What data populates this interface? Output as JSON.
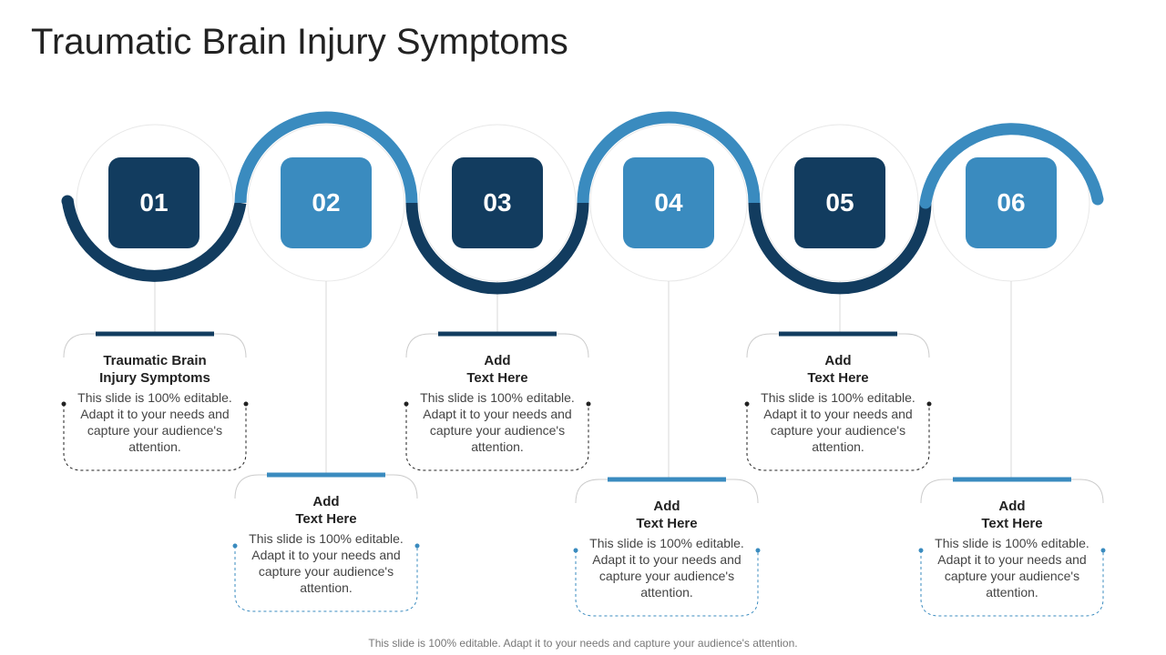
{
  "title": "Traumatic Brain Injury Symptoms",
  "colors": {
    "dark": "#123c5f",
    "light": "#3a8bbf",
    "guide": "#dddddd"
  },
  "steps": [
    {
      "number": "01",
      "heading_line1": "Traumatic Brain",
      "heading_line2": "Injury Symptoms",
      "body": "This slide is 100% editable. Adapt it to your needs and capture your audience's attention."
    },
    {
      "number": "02",
      "heading_line1": "Add",
      "heading_line2": "Text Here",
      "body": "This slide is 100% editable. Adapt it to your needs and capture your audience's attention."
    },
    {
      "number": "03",
      "heading_line1": "Add",
      "heading_line2": "Text Here",
      "body": "This slide is 100% editable. Adapt it to your needs and capture your audience's attention."
    },
    {
      "number": "04",
      "heading_line1": "Add",
      "heading_line2": "Text Here",
      "body": "This slide is 100% editable. Adapt it to your needs and capture your audience's attention."
    },
    {
      "number": "05",
      "heading_line1": "Add",
      "heading_line2": "Text Here",
      "body": "This slide is 100% editable. Adapt it to your needs and capture your audience's attention."
    },
    {
      "number": "06",
      "heading_line1": "Add",
      "heading_line2": "Text Here",
      "body": "This slide is 100% editable. Adapt it to your needs and capture your audience's attention."
    }
  ],
  "footer": "This slide is 100% editable. Adapt it to your needs and capture your audience's attention."
}
